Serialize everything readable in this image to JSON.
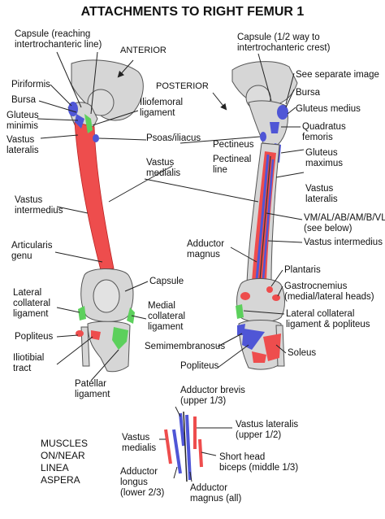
{
  "title": "ATTACHMENTS TO RIGHT FEMUR 1",
  "colors": {
    "bone": "#d6d6d6",
    "muscle_origin": "#ee4d4d",
    "muscle_insertion": "#4f56d6",
    "ligament": "#5cd05c",
    "line": "#222222"
  },
  "anterior": {
    "view_label": "ANTERIOR",
    "labels": {
      "capsule": [
        "Capsule (reaching",
        "intertrochanteric line)"
      ],
      "piriformis": [
        "Piriformis"
      ],
      "bursa": [
        "Bursa"
      ],
      "gluteus_minimis": [
        "Gluteus",
        "minimis"
      ],
      "vastus_lateralis": [
        "Vastus",
        "lateralis"
      ],
      "iliofemoral": [
        "Iliofemoral",
        "ligament"
      ],
      "vastus_intermedius": [
        "Vastus",
        "intermedius"
      ],
      "articularis_genu": [
        "Articularis",
        "genu"
      ],
      "lateral_collateral": [
        "Lateral",
        "collateral",
        "ligament"
      ],
      "popliteus": [
        "Popliteus"
      ],
      "iliotibial": [
        "Iliotibial",
        "tract"
      ],
      "patellar": [
        "Patellar",
        "ligament"
      ],
      "capsule_knee": [
        "Capsule"
      ],
      "medial_collateral": [
        "Medial",
        "collateral",
        "ligament"
      ]
    }
  },
  "center": {
    "psoas": [
      "Psoas/iliacus"
    ],
    "vastus_medialis": [
      "Vastus",
      "medialis"
    ],
    "pectineus": [
      "Pectineus"
    ],
    "pectineal_line": [
      "Pectineal",
      "line"
    ],
    "semimembranosus": [
      "Semimembranosus"
    ],
    "popliteus_post": [
      "Popliteus"
    ]
  },
  "posterior": {
    "view_label": "POSTERIOR",
    "labels": {
      "capsule": [
        "Capsule (1/2 way to",
        "intertrochanteric crest)"
      ],
      "see_separate": [
        "See separate image"
      ],
      "bursa": [
        "Bursa"
      ],
      "gluteus_medius": [
        "Gluteus medius"
      ],
      "quadratus": [
        "Quadratus",
        "femoris"
      ],
      "gluteus_maximus": [
        "Gluteus",
        "maximus"
      ],
      "vastus_lateralis": [
        "Vastus",
        "lateralis"
      ],
      "linea_aspera": [
        "VM/AL/AB/AM/B/VL",
        "(see below)"
      ],
      "vastus_intermedius": [
        "Vastus intermedius"
      ],
      "adductor_magnus": [
        "Adductor",
        "magnus"
      ],
      "plantaris": [
        "Plantaris"
      ],
      "gastrocnemius": [
        "Gastrocnemius",
        "(medial/lateral heads)"
      ],
      "lateral_collateral_popliteus": [
        "Lateral collateral",
        "ligament & popliteus"
      ],
      "soleus": [
        "Soleus"
      ]
    }
  },
  "legend": {
    "heading": [
      "MUSCLES",
      "ON/NEAR",
      "LINEA",
      "ASPERA"
    ],
    "adductor_brevis": [
      "Adductor brevis",
      "(upper 1/3)"
    ],
    "vastus_lateralis": [
      "Vastus lateralis",
      "(upper 1/2)"
    ],
    "vastus_medialis": [
      "Vastus",
      "medialis"
    ],
    "short_head": [
      "Short head",
      "biceps (middle 1/3)"
    ],
    "adductor_longus": [
      "Adductor",
      "longus",
      "(lower 2/3)"
    ],
    "adductor_magnus": [
      "Adductor",
      "magnus (all)"
    ]
  }
}
